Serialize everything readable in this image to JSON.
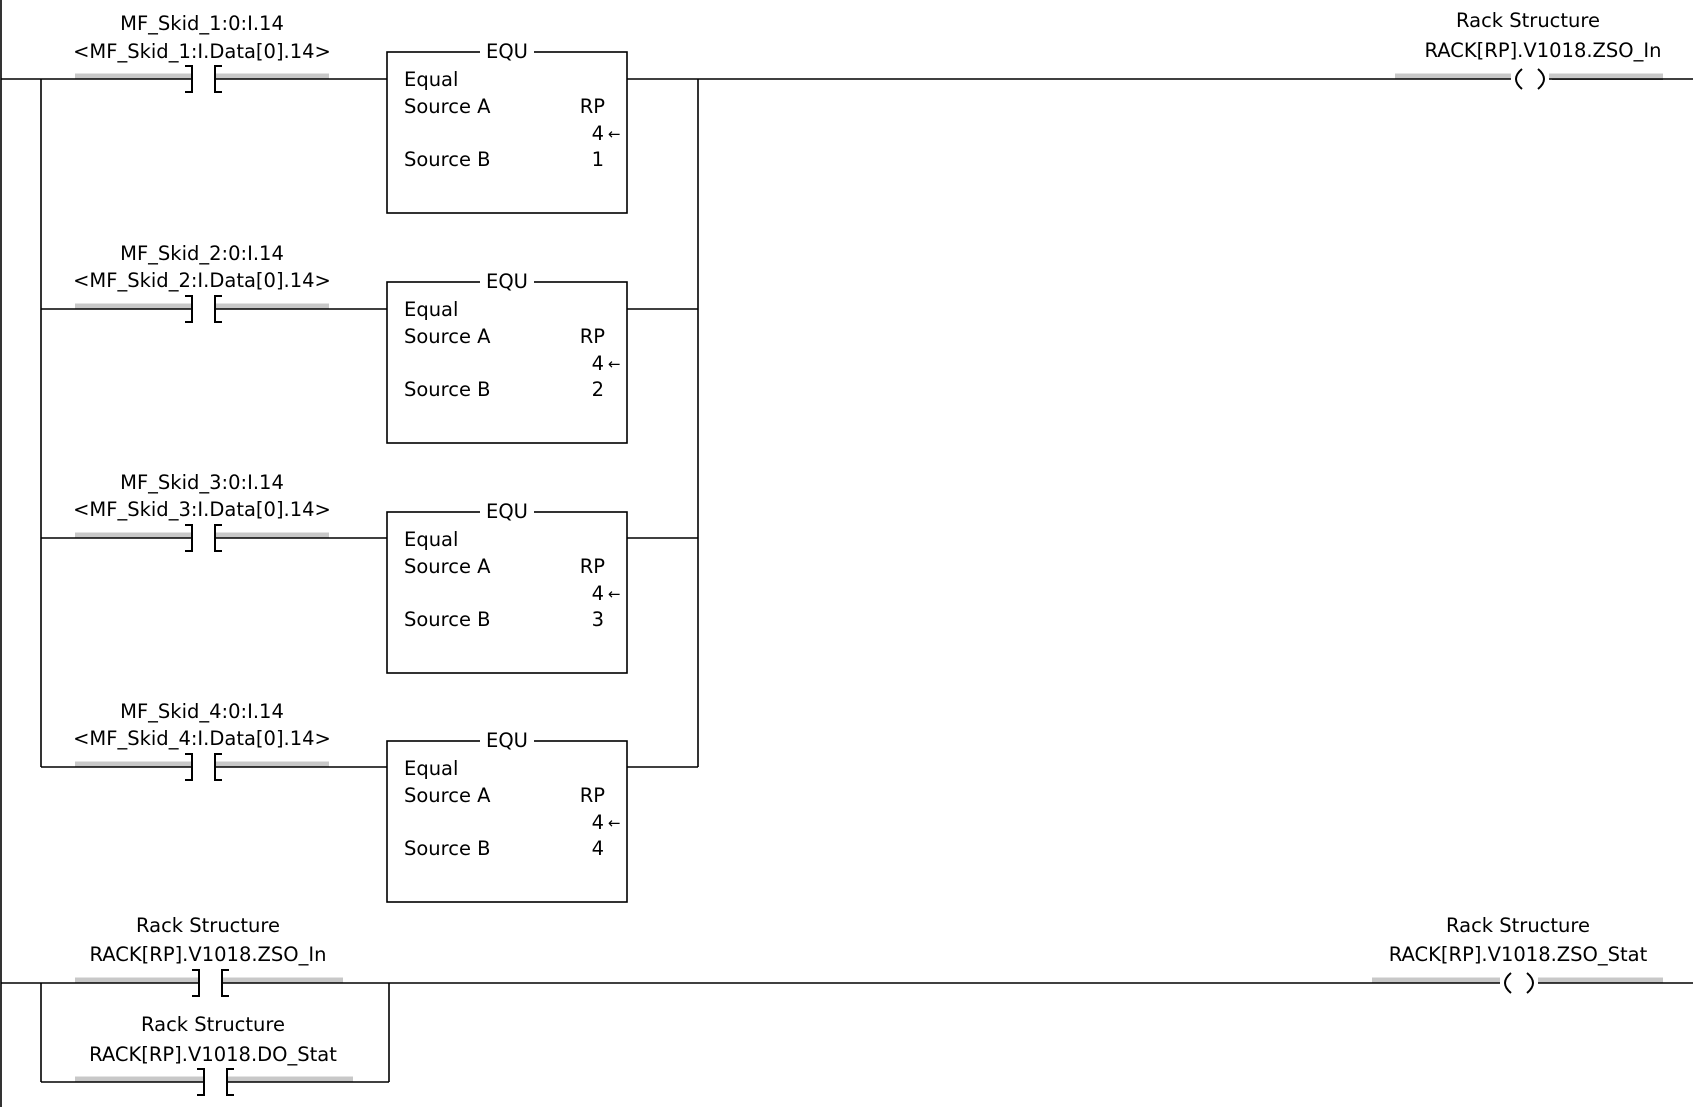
{
  "rung0": {
    "contacts": [
      {
        "desc": "MF_Skid_1:0:I.14",
        "tag": "<MF_Skid_1:I.Data[0].14>"
      },
      {
        "desc": "MF_Skid_2:0:I.14",
        "tag": "<MF_Skid_2:I.Data[0].14>"
      },
      {
        "desc": "MF_Skid_3:0:I.14",
        "tag": "<MF_Skid_3:I.Data[0].14>"
      },
      {
        "desc": "MF_Skid_4:0:I.14",
        "tag": "<MF_Skid_4:I.Data[0].14>"
      }
    ],
    "blocks": [
      {
        "mnemonic": "EQU",
        "title": "Equal",
        "src_a_label": "Source A",
        "src_a_tag": "RP",
        "src_a_value": "4",
        "arrow": "←",
        "src_b_label": "Source B",
        "src_b_value": "1"
      },
      {
        "mnemonic": "EQU",
        "title": "Equal",
        "src_a_label": "Source A",
        "src_a_tag": "RP",
        "src_a_value": "4",
        "arrow": "←",
        "src_b_label": "Source B",
        "src_b_value": "2"
      },
      {
        "mnemonic": "EQU",
        "title": "Equal",
        "src_a_label": "Source A",
        "src_a_tag": "RP",
        "src_a_value": "4",
        "arrow": "←",
        "src_b_label": "Source B",
        "src_b_value": "3"
      },
      {
        "mnemonic": "EQU",
        "title": "Equal",
        "src_a_label": "Source A",
        "src_a_tag": "RP",
        "src_a_value": "4",
        "arrow": "←",
        "src_b_label": "Source B",
        "src_b_value": "4"
      }
    ],
    "coil": {
      "desc": "Rack Structure",
      "tag": "RACK[RP].V1018.ZSO_In"
    }
  },
  "rung1": {
    "contacts": [
      {
        "desc": "Rack Structure",
        "tag": "RACK[RP].V1018.ZSO_In"
      },
      {
        "desc": "Rack Structure",
        "tag": "RACK[RP].V1018.DO_Stat"
      }
    ],
    "coil": {
      "desc": "Rack Structure",
      "tag": "RACK[RP].V1018.ZSO_Stat"
    }
  },
  "colors": {
    "wire": "#000000",
    "tag_bar": "#c8c8c8",
    "background": "#ffffff"
  }
}
